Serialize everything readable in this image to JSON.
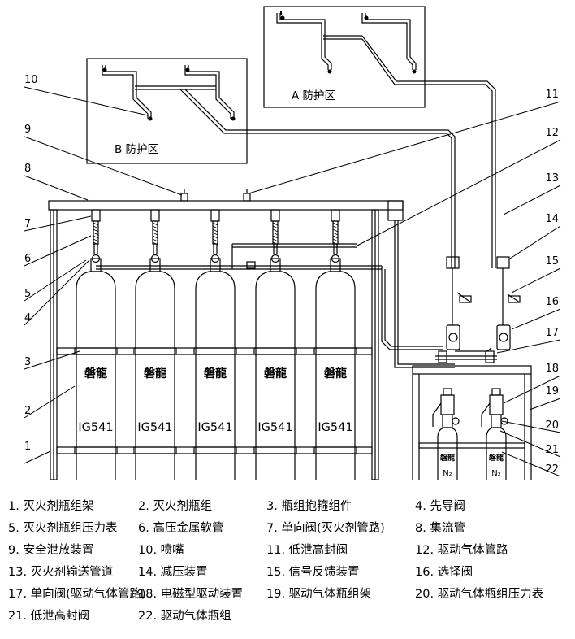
{
  "zones": {
    "a": {
      "label": "A 防护区"
    },
    "b": {
      "label": "B 防护区"
    }
  },
  "cylinders": {
    "brand": "磐龍",
    "model": "IG541",
    "count": 5
  },
  "driver_cylinders": {
    "brand": "磐龍",
    "gas": "N₂",
    "count": 2
  },
  "callouts": [
    "1",
    "2",
    "3",
    "4",
    "5",
    "6",
    "7",
    "8",
    "9",
    "10",
    "11",
    "12",
    "13",
    "14",
    "15",
    "16",
    "17",
    "18",
    "19",
    "20",
    "21",
    "22"
  ],
  "legend": [
    "1. 灭火剂瓶组架",
    "2. 灭火剂瓶组",
    "3. 瓶组抱箍组件",
    "4. 先导阀",
    "5. 灭火剂瓶组压力表",
    "6. 高压金属软管",
    "7. 单向阀(灭火剂管路)",
    "8. 集流管",
    "9. 安全泄放装置",
    "10. 喷嘴",
    "11. 低泄高封阀",
    "12. 驱动气体管路",
    "13. 灭火剂输送管道",
    "14. 减压装置",
    "15. 信号反馈装置",
    "16. 选择阀",
    "17. 单向阀(驱动气体管路)",
    "18. 电磁型驱动装置",
    "19. 驱动气体瓶组架",
    "20. 驱动气体瓶组压力表",
    "21. 低泄高封阀",
    "22. 驱动气体瓶组"
  ],
  "colors": {
    "line": "#000000",
    "background": "#ffffff"
  }
}
